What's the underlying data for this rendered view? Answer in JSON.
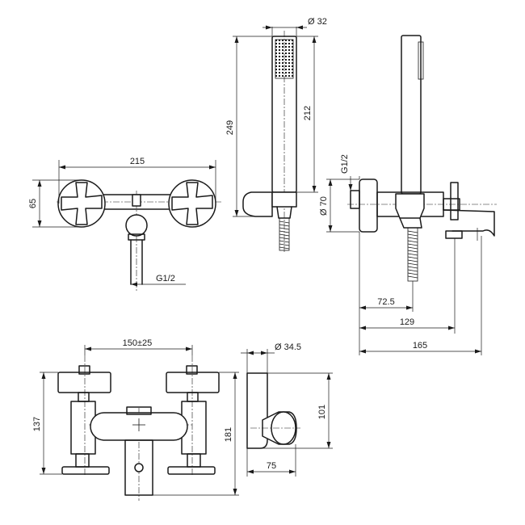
{
  "dimensions": {
    "d_215": "215",
    "d_65": "65",
    "d_g12_bottom": "G1/2",
    "d_249": "249",
    "d_212": "212",
    "d_dia32": "Ø 32",
    "d_g12_side": "G1/2",
    "d_dia70": "Ø 70",
    "d_72_5": "72.5",
    "d_129": "129",
    "d_165": "165",
    "d_150": "150±25",
    "d_137": "137",
    "d_181": "181",
    "d_dia34_5": "Ø 34.5",
    "d_101": "101",
    "d_75": "75"
  }
}
